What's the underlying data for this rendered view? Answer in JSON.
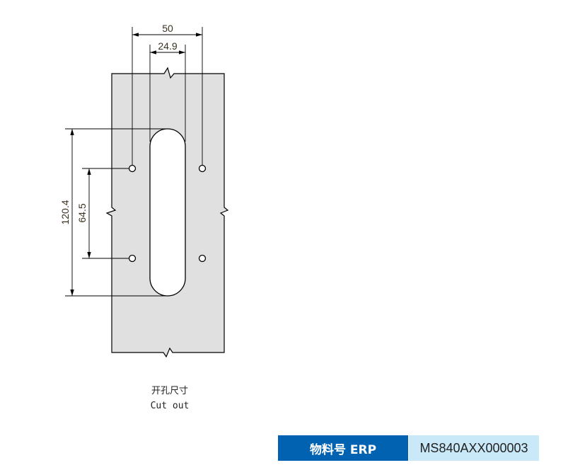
{
  "drawing": {
    "dim_width_outer": "50",
    "dim_width_slot": "24.9",
    "dim_height_slot": "120.4",
    "dim_height_holes": "64.5",
    "caption_cn": "开孔尺寸",
    "caption_en": "Cut out"
  },
  "erp": {
    "label": "物料号 ERP",
    "value": "MS840AXX000003"
  },
  "colors": {
    "label_bg": "#0062b1",
    "value_bg": "#c9e9f9",
    "plate": "#e0e0e0"
  }
}
